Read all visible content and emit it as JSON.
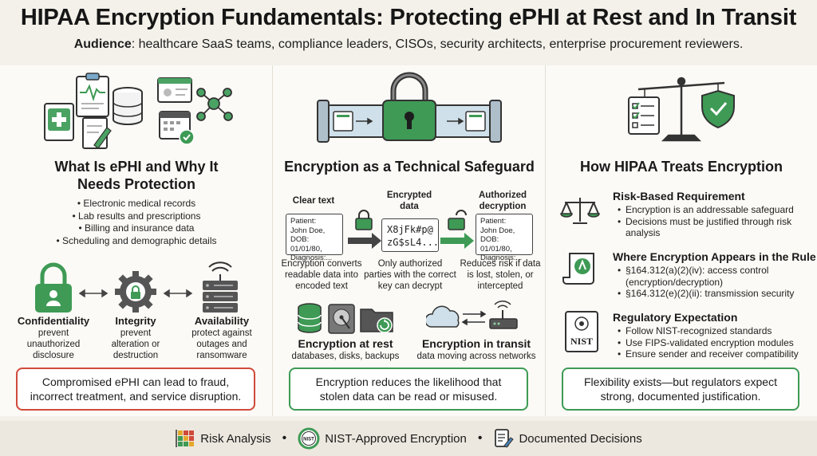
{
  "title": "HIPAA Encryption Fundamentals: Protecting ePHI at Rest and In Transit",
  "audience": {
    "label": "Audience",
    "text": ": healthcare SaaS teams, compliance leaders, CISOs, security architects, enterprise procurement reviewers."
  },
  "col1": {
    "heading_line1": "What Is ePHI and Why It",
    "heading_line2": "Needs Protection",
    "bullets": [
      "• Electronic medical records",
      "• Lab results and prescriptions",
      "• Billing and insurance data",
      "• Scheduling and demographic details"
    ],
    "triad": [
      {
        "title": "Confidentiality",
        "desc": [
          "prevent",
          "unauthorized",
          "disclosure"
        ]
      },
      {
        "title": "Integrity",
        "desc": [
          "prevent",
          "alteration or",
          "destruction"
        ]
      },
      {
        "title": "Availability",
        "desc": [
          "protect against",
          "outages and",
          "ransomware"
        ]
      }
    ],
    "callout_line1": "Compromised ePHI can lead to fraud,",
    "callout_line2": "incorrect treatment, and service disruption."
  },
  "col2": {
    "heading": "Encryption as a Technical Safeguard",
    "clear_label": "Clear text",
    "encrypted_label_1": "Encrypted",
    "encrypted_label_2": "data",
    "authorized_label_1": "Authorized",
    "authorized_label_2": "decryption",
    "record": [
      "Patient:",
      "John Doe,",
      "DOB: 01/01/80,",
      "Diagnosis:..."
    ],
    "ciphertext_1": "X8jFk#p@",
    "ciphertext_2": "zG$sL4...",
    "desc1": [
      "Encryption converts",
      "readable data into",
      "encoded text"
    ],
    "desc2": [
      "Only authorized",
      "parties with the correct",
      "key can decrypt"
    ],
    "desc3": [
      "Reduces risk if data",
      "is lost, stolen, or",
      "intercepted"
    ],
    "rest_title": "Encryption at rest",
    "rest_desc": "databases, disks, backups",
    "transit_title": "Encryption in transit",
    "transit_desc": "data moving across networks",
    "callout_line1": "Encryption reduces the likelihood that",
    "callout_line2": "stolen data can be read or misused."
  },
  "col3": {
    "heading": "How HIPAA Treats Encryption",
    "sections": [
      {
        "title": "Risk-Based Requirement",
        "items": [
          "Encryption is an addressable safeguard",
          "Decisions must be justified through risk",
          "analysis"
        ]
      },
      {
        "title": "Where Encryption Appears in the Rule",
        "items": [
          "§164.312(a)(2)(iv): access control",
          "(encryption/decryption)",
          "§164.312(e)(2)(ii): transmission security"
        ]
      },
      {
        "title": "Regulatory Expectation",
        "items": [
          "Follow NIST-recognized standards",
          "Use FIPS-validated encryption modules",
          "Ensure sender and receiver compatibility"
        ]
      }
    ],
    "nist_text": "NIST",
    "callout_line1": "Flexibility exists—but regulators expect",
    "callout_line2": "strong, documented justification."
  },
  "footer": {
    "item1": "Risk Analysis",
    "item2": "NIST-Approved Encryption",
    "item3": "Documented Decisions",
    "nist_badge": "NIST"
  },
  "colors": {
    "green": "#3e9a55",
    "red": "#d04a3a",
    "dark": "#333333"
  }
}
